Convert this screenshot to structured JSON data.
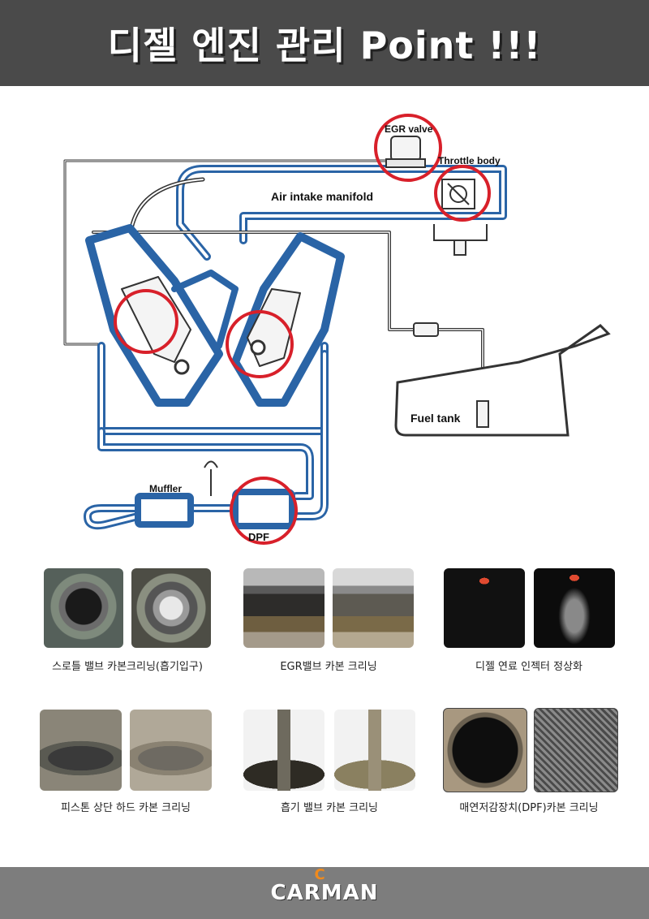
{
  "header": {
    "title": "디젤 엔진 관리 Point !!!"
  },
  "diagram": {
    "labels": {
      "egr_valve": "EGR valve",
      "throttle_body": "Throttle body",
      "air_intake": "Air intake manifold",
      "fuel_tank": "Fuel tank",
      "muffler": "Muffler",
      "dpf": "DPF"
    },
    "colors": {
      "pipe": "#2a64a6",
      "highlight": "#d8202a",
      "outline": "#333333"
    }
  },
  "photos": {
    "row1": [
      {
        "caption": "스로틀 밸브 카본크리닝(흡기입구)"
      },
      {
        "caption": "EGR밸브 카본 크리닝"
      },
      {
        "caption": "디젤 연료 인젝터 정상화"
      }
    ],
    "row2": [
      {
        "caption": "피스톤 상단 하드 카본 크리닝"
      },
      {
        "caption": "흡기 밸브 카본 크리닝"
      },
      {
        "caption": "매연저감장치(DPF)카본 크리닝"
      }
    ]
  },
  "footer": {
    "logo": "CARMAN",
    "logo_accent": "C"
  }
}
